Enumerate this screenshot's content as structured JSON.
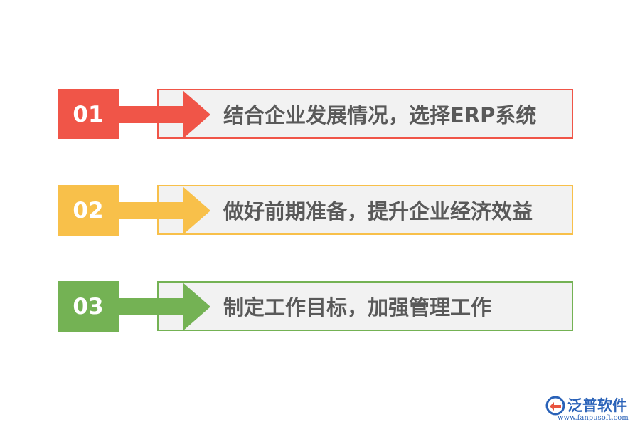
{
  "steps": [
    {
      "number": "01",
      "text": "结合企业发展情况，选择ERP系统",
      "color": "#f05548"
    },
    {
      "number": "02",
      "text": "做好前期准备，提升企业经济效益",
      "color": "#f8c04a"
    },
    {
      "number": "03",
      "text": "制定工作目标，加强管理工作",
      "color": "#74b254"
    }
  ],
  "logo": {
    "name": "泛普软件",
    "url": "www.fanpusoft.com",
    "color": "#2a62b8",
    "icon": "fanpu-logo-icon"
  }
}
